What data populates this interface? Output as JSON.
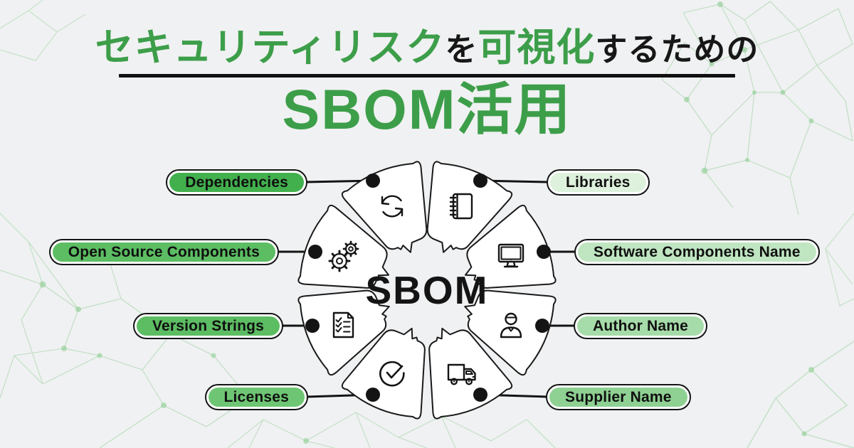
{
  "colors": {
    "background": "#f0f1f2",
    "accent_green": "#3d9e4a",
    "outline_black": "#141414",
    "bubble_fill": "#ffffff",
    "mesh_line": "#7fc784",
    "mesh_dot": "#8fce92"
  },
  "header": {
    "title_seg1": "セキュリティリスク",
    "title_seg2": "を",
    "title_seg3": "可視化",
    "title_seg4": "するための",
    "subtitle": "SBOM活用"
  },
  "diagram": {
    "center_label": "SBOM"
  },
  "pills": {
    "dependencies": {
      "label": "Dependencies",
      "fill": "#42b04d",
      "side": "left",
      "icon": "refresh-cycle-icon"
    },
    "open_source": {
      "label": "Open Source Components",
      "fill": "#5cbd63",
      "side": "left",
      "icon": "gears-icon"
    },
    "version_strings": {
      "label": "Version Strings",
      "fill": "#5cbd63",
      "side": "left",
      "icon": "checklist-document-icon"
    },
    "licenses": {
      "label": "Licenses",
      "fill": "#6ec674",
      "side": "left",
      "icon": "check-circle-icon"
    },
    "libraries": {
      "label": "Libraries",
      "fill": "#def1dd",
      "side": "right",
      "icon": "notebook-icon"
    },
    "software_components": {
      "label": "Software Components Name",
      "fill": "#bfe5c1",
      "side": "right",
      "icon": "monitor-icon"
    },
    "author_name": {
      "label": "Author Name",
      "fill": "#a6dca9",
      "side": "right",
      "icon": "person-icon"
    },
    "supplier_name": {
      "label": "Supplier Name",
      "fill": "#8ed193",
      "side": "right",
      "icon": "truck-icon"
    }
  }
}
